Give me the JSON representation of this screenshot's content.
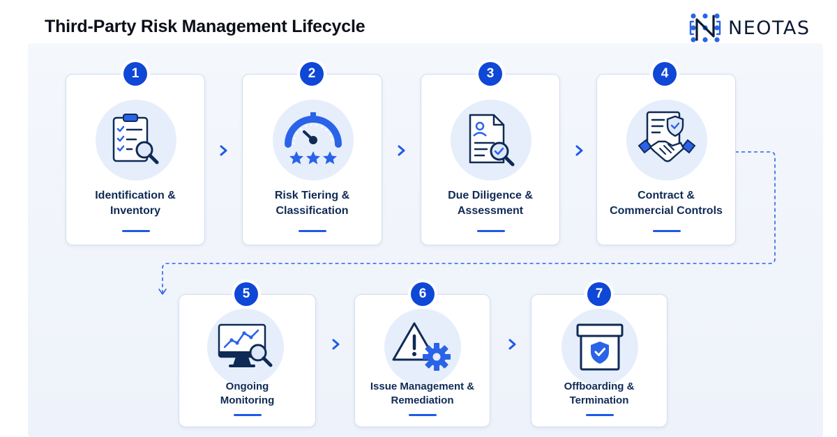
{
  "title": "Third-Party Risk Management Lifecycle",
  "logo": {
    "text": "NEOTAS",
    "icon": "neotas-logo-icon"
  },
  "colors": {
    "accent": "#0f47d6",
    "text": "#0f2a55",
    "icon_bg": "#e6eefb"
  },
  "steps": [
    {
      "number": "1",
      "lines": [
        "Identification &",
        "Inventory"
      ],
      "icon": "clipboard-search-icon"
    },
    {
      "number": "2",
      "lines": [
        "Risk Tiering &",
        "Classification"
      ],
      "icon": "gauge-stars-icon"
    },
    {
      "number": "3",
      "lines": [
        "Due Diligence &",
        "Assessment"
      ],
      "icon": "document-profile-check-icon"
    },
    {
      "number": "4",
      "lines": [
        "Contract &",
        "Commercial Controls"
      ],
      "icon": "contract-handshake-icon"
    },
    {
      "number": "5",
      "lines": [
        "Ongoing",
        "Monitoring"
      ],
      "icon": "monitor-chart-search-icon"
    },
    {
      "number": "6",
      "lines": [
        "Issue Management &",
        "Remediation"
      ],
      "icon": "warning-gear-icon"
    },
    {
      "number": "7",
      "lines": [
        "Offboarding &",
        "Termination"
      ],
      "icon": "archive-box-shield-icon"
    }
  ]
}
